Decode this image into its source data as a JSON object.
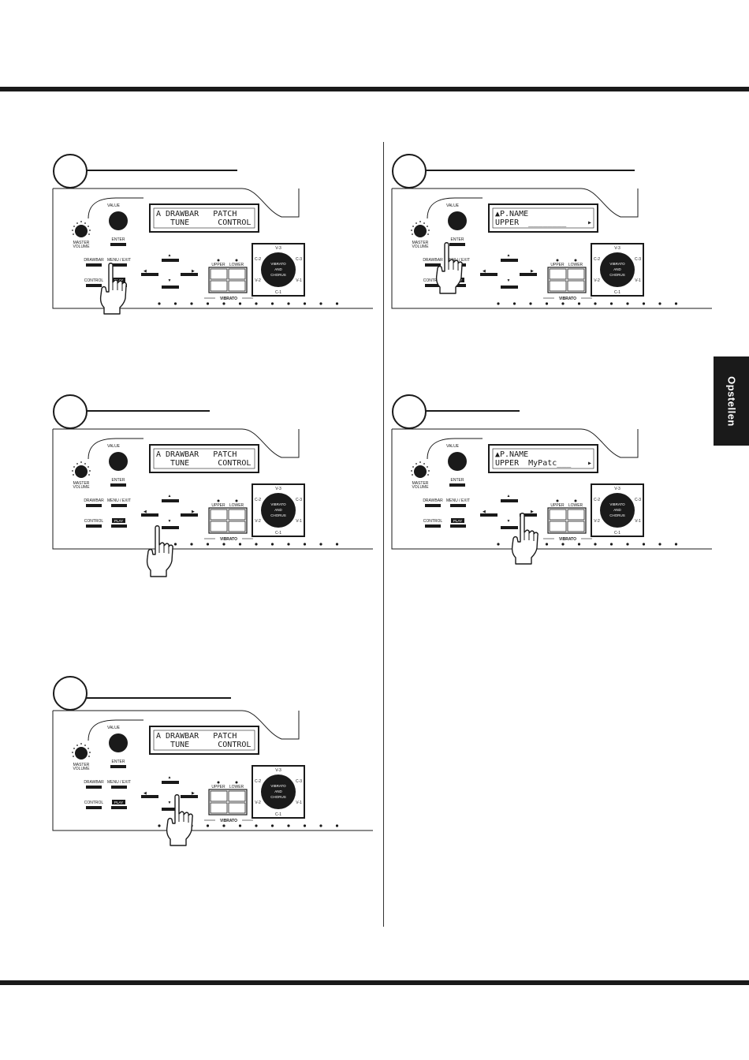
{
  "side_tab": {
    "label": "Opstellen"
  },
  "panel_labels": {
    "value": "VALUE",
    "master_volume_1": "MASTER",
    "master_volume_2": "VOLUME",
    "enter": "ENTER",
    "drawbar": "DRAWBAR",
    "menu_exit": "MENU / EXIT",
    "control": "CONTROL",
    "play": "PLAY",
    "upper": "UPPER",
    "lower": "LOWER",
    "vibrato": "VIBRATO",
    "vib_1": "VIBRATO",
    "vib_2": "AND",
    "vib_3": "CHORUS",
    "v3": "V-3",
    "c3": "C-3",
    "v1": "V-1",
    "c1": "C-1",
    "c2": "C-2",
    "v2": "V-2"
  },
  "steps": [
    {
      "id": "step-1",
      "lcd_line1": "A DRAWBAR   PATCH",
      "lcd_line2": "   TUNE      CONTROL"
    },
    {
      "id": "step-2",
      "lcd_line1": "A DRAWBAR   PATCH",
      "lcd_line2": "   TUNE      CONTROL"
    },
    {
      "id": "step-3",
      "lcd_line1": "A DRAWBAR   PATCH",
      "lcd_line2": "   TUNE      CONTROL"
    },
    {
      "id": "step-4",
      "lcd_line1": "▲P.NAME",
      "lcd_line2": "UPPER  ________",
      "lcd_arrow": "▸"
    },
    {
      "id": "step-5",
      "lcd_line1": "▲P.NAME",
      "lcd_line2": "UPPER  MyPatc___",
      "lcd_arrow": "▸"
    }
  ]
}
